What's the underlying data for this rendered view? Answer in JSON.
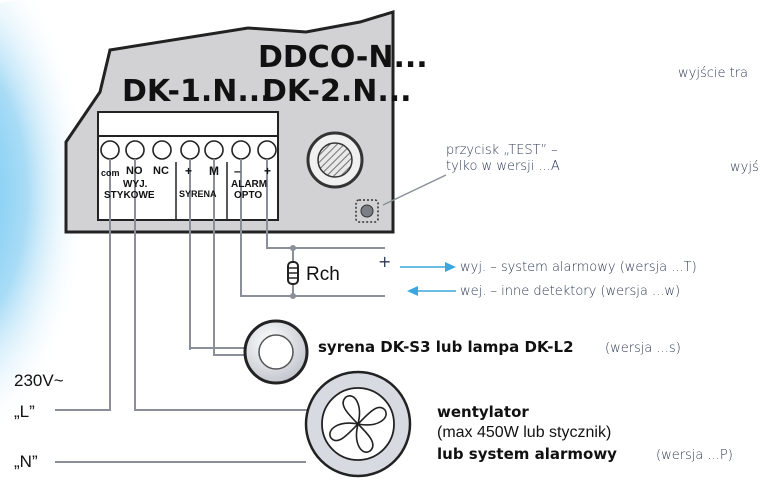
{
  "device": {
    "model_top": "DDCO-N...",
    "model_left": "DK-1.N...",
    "model_right": "DK-2.N..."
  },
  "terminals": {
    "com": "com",
    "no": "NO",
    "nc": "NC",
    "plus1": "+",
    "m": "M",
    "minus": "–",
    "plus2": "+",
    "group_contacts_1": "WYJ.",
    "group_contacts_2": "STYKOWE",
    "group_siren": "SYRENA",
    "group_alarm_1": "ALARM",
    "group_alarm_2": "OPTO"
  },
  "annotations": {
    "test_button_1": "przycisk „TEST” –",
    "test_button_2": "tylko w wersji ...A",
    "output_top_cut": "wyjście tra",
    "output_mid_cut": "wyjś",
    "alarm_out_sign": "+",
    "alarm_out": "wyj. – system alarmowy (wersja ...T)",
    "detectors_in": "wej. – inne detektory (wersja ...w)",
    "resistor": "Rch"
  },
  "siren": {
    "label": "syrena DK-S3 lub lampa DK-L2",
    "version": "(wersja ...s)"
  },
  "fan": {
    "label": "wentylator",
    "detail": "(max 450W lub stycznik)",
    "label2": "lub system alarmowy",
    "version": "(wersja ...P)"
  },
  "supply": {
    "voltage": "230V~",
    "line_l": "„L”",
    "line_n": "„N”"
  },
  "colors": {
    "housing": "#d2d2d4",
    "wire": "#8a8f99",
    "accent_blue": "#3aa7e0"
  }
}
